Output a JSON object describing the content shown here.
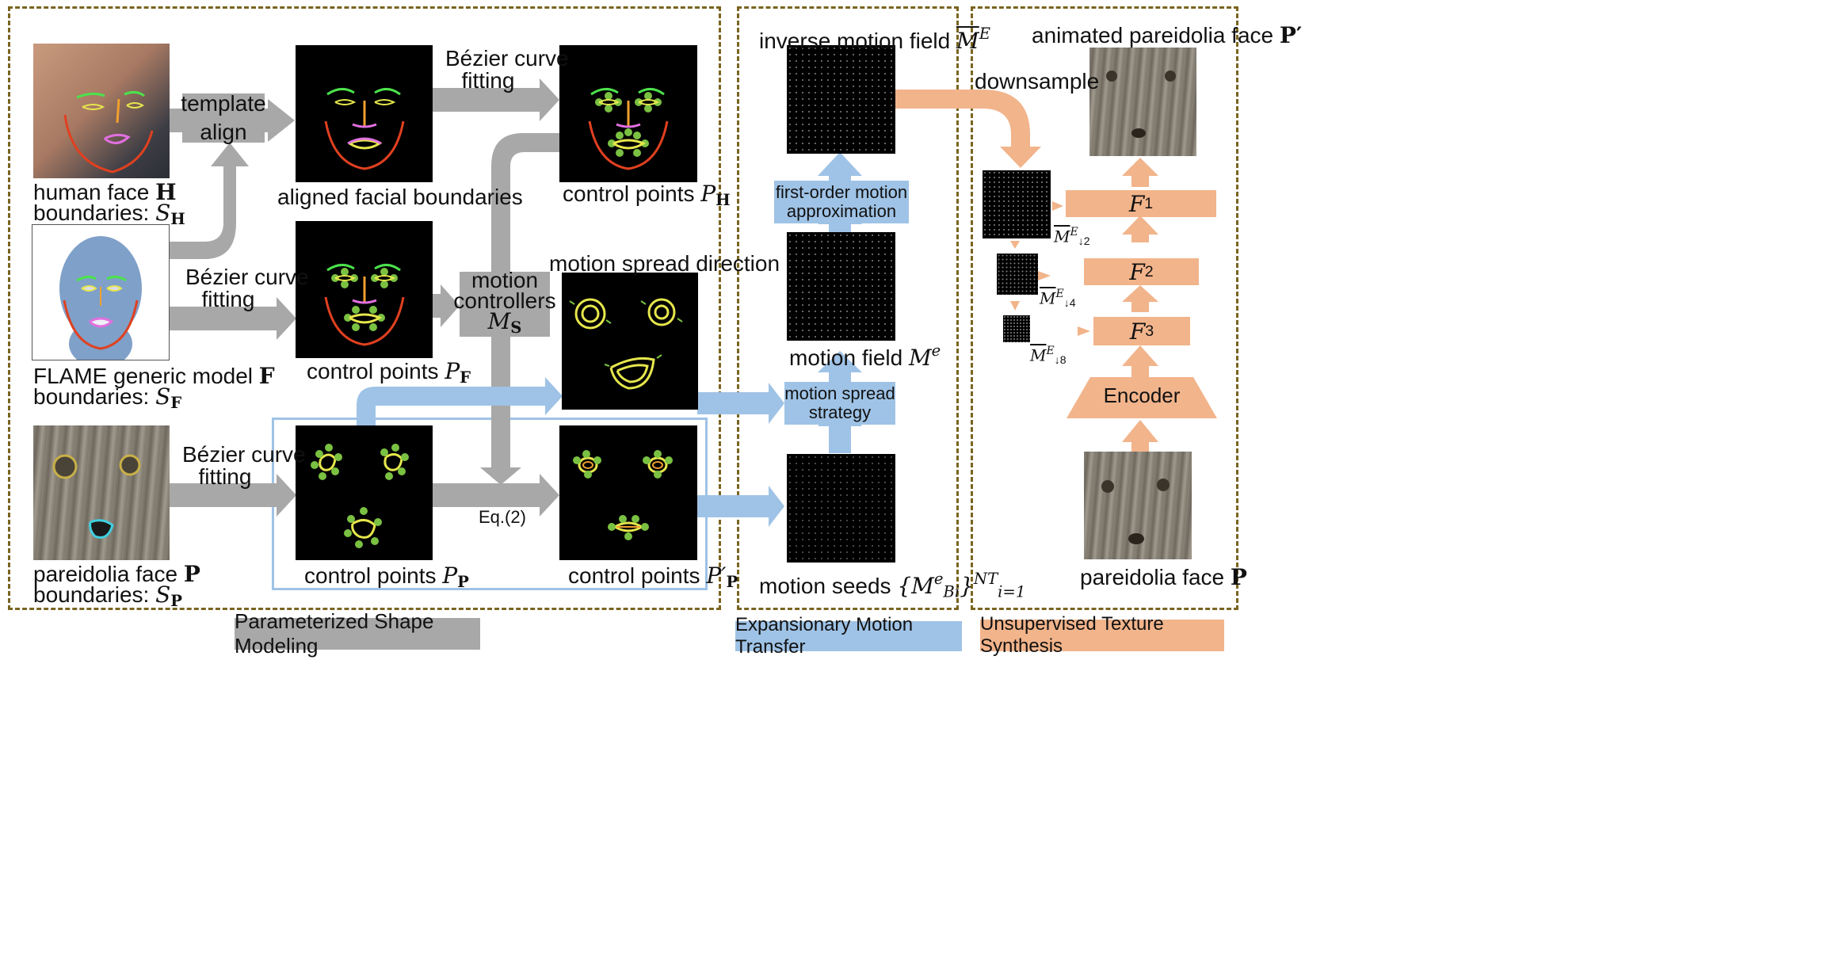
{
  "sections": {
    "shape": "Parameterized Shape Modeling",
    "motion": "Expansionary Motion Transfer",
    "texture": "Unsupervised Texture Synthesis"
  },
  "labels": {
    "human_face": "human face",
    "human_face_sym": "H",
    "human_bound": "boundaries: ",
    "human_bound_sym": "S",
    "human_bound_sub": "H",
    "flame_model": "FLAME generic model",
    "flame_sym": "F",
    "flame_bound": "boundaries: ",
    "flame_bound_sym": "S",
    "flame_bound_sub": "F",
    "pareidolia_face": "pareidolia face",
    "pareidolia_sym": "P",
    "pareidolia_bound": "boundaries: ",
    "pareidolia_bound_sym": "S",
    "pareidolia_bound_sub": "P",
    "aligned": "aligned facial boundaries",
    "cp_h": "control points ",
    "cp_h_sym": "P",
    "cp_h_sub": "H",
    "cp_f": "control points ",
    "cp_f_sym": "P",
    "cp_f_sub": "F",
    "cp_p": "control points ",
    "cp_p_sym": "P",
    "cp_p_sub": "P",
    "cp_pp": "control points ",
    "cp_pp_sym": "P′",
    "cp_pp_sub": "P",
    "spread_dir": "motion spread direction",
    "bezier1_a": "Bézier curve",
    "bezier1_b": "fitting",
    "bezier2_a": "Bézier curve",
    "bezier2_b": "fitting",
    "bezier3_a": "Bézier curve",
    "bezier3_b": "fitting",
    "eq2": "Eq.(2)",
    "inverse_field": "inverse motion field ",
    "inverse_sym": "M",
    "inverse_sup": "E",
    "motion_field": "motion field ",
    "motion_field_sym": "M",
    "motion_field_sup": "e",
    "motion_seeds": "motion seeds ",
    "seeds_sym": "{M",
    "seeds_sup": "e",
    "seeds_sub": "Bi",
    "seeds_tail": "}",
    "seeds_range_sup": "NT",
    "seeds_range_sub": "i=1",
    "animated": "animated pareidolia face ",
    "animated_sym": "P′",
    "downsample": "downsample",
    "pareidolia_in": "pareidolia face ",
    "pareidolia_in_sym": "P",
    "m2": "M",
    "m2_sup": "E",
    "m2_sub": "↓2",
    "m4": "M",
    "m4_sup": "E",
    "m4_sub": "↓4",
    "m8": "M",
    "m8_sup": "E",
    "m8_sub": "↓8"
  },
  "blocks": {
    "template_align_a": "template",
    "template_align_b": "align",
    "motion_ctrl_a": "motion",
    "motion_ctrl_b": "controllers",
    "motion_ctrl_sym": "M",
    "motion_ctrl_sub": "S",
    "first_order_a": "first-order motion",
    "first_order_b": "approximation",
    "spread_strategy_a": "motion spread",
    "spread_strategy_b": "strategy",
    "f1": "F",
    "f1_sub": "1",
    "f2": "F",
    "f2_sub": "2",
    "f3": "F",
    "f3_sub": "3",
    "encoder": "Encoder"
  },
  "colors": {
    "gray": "#a8a8a8",
    "blue": "#9fc3e6",
    "orange": "#f2b48b",
    "frame": "#7a6420"
  }
}
